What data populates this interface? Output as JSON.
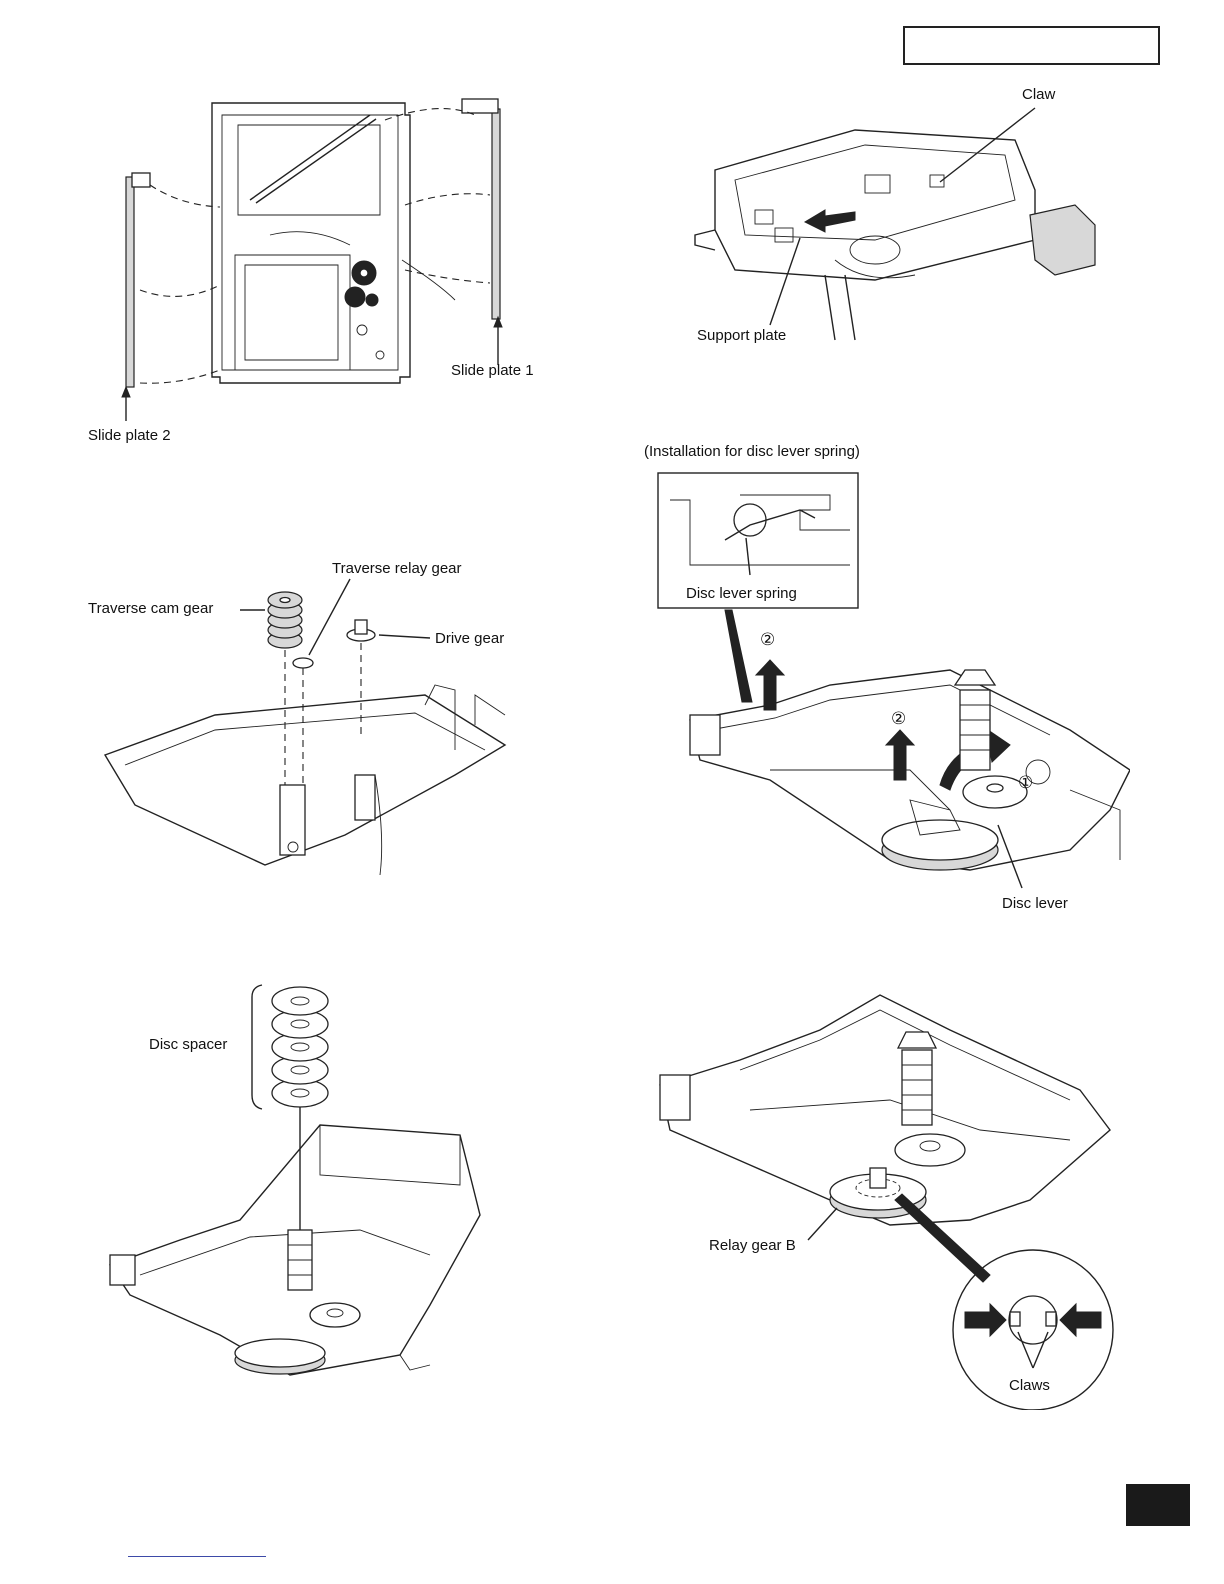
{
  "figure1": {
    "slide_plate_1": "Slide plate 1",
    "slide_plate_2": "Slide plate 2"
  },
  "figure2": {
    "claw": "Claw",
    "support_plate": "Support plate"
  },
  "figure3": {
    "traverse_relay_gear": "Traverse relay gear",
    "traverse_cam_gear": "Traverse cam gear",
    "drive_gear": "Drive gear"
  },
  "figure4": {
    "installation_note": "(Installation for disc lever spring)",
    "disc_lever_spring": "Disc lever spring",
    "step_2a": "②",
    "step_2b": "②",
    "step_1": "①",
    "disc_lever": "Disc lever"
  },
  "figure5": {
    "disc_spacer": "Disc spacer"
  },
  "figure6": {
    "relay_gear_b": "Relay gear B",
    "claws": "Claws"
  }
}
